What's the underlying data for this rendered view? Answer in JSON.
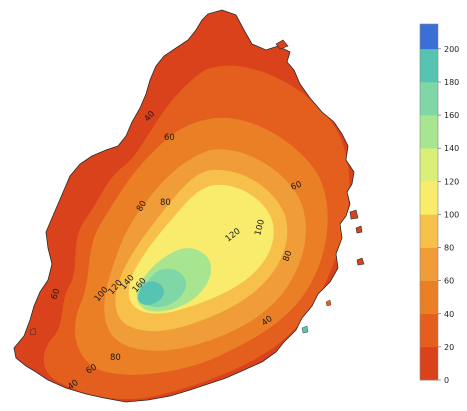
{
  "map": {
    "contour_labels": [
      {
        "text": "40"
      },
      {
        "text": "60"
      },
      {
        "text": "60"
      },
      {
        "text": "80"
      },
      {
        "text": "80"
      },
      {
        "text": "100"
      },
      {
        "text": "80"
      },
      {
        "text": "120"
      },
      {
        "text": "100"
      },
      {
        "text": "120"
      },
      {
        "text": "140"
      },
      {
        "text": "160"
      },
      {
        "text": "80"
      },
      {
        "text": "60"
      },
      {
        "text": "60"
      },
      {
        "text": "40"
      },
      {
        "text": "40"
      }
    ]
  },
  "colorbar": {
    "ticks": [
      "0",
      "20",
      "40",
      "60",
      "80",
      "100",
      "120",
      "140",
      "160",
      "180",
      "200"
    ],
    "colors": [
      "#d9421b",
      "#e45f1e",
      "#eb7f26",
      "#f09c38",
      "#f6c04b",
      "#f9ec6c",
      "#d9ef78",
      "#a8e591",
      "#7fd7a7",
      "#56c3b3",
      "#3b6fd6"
    ],
    "range": [
      0,
      215
    ]
  }
}
